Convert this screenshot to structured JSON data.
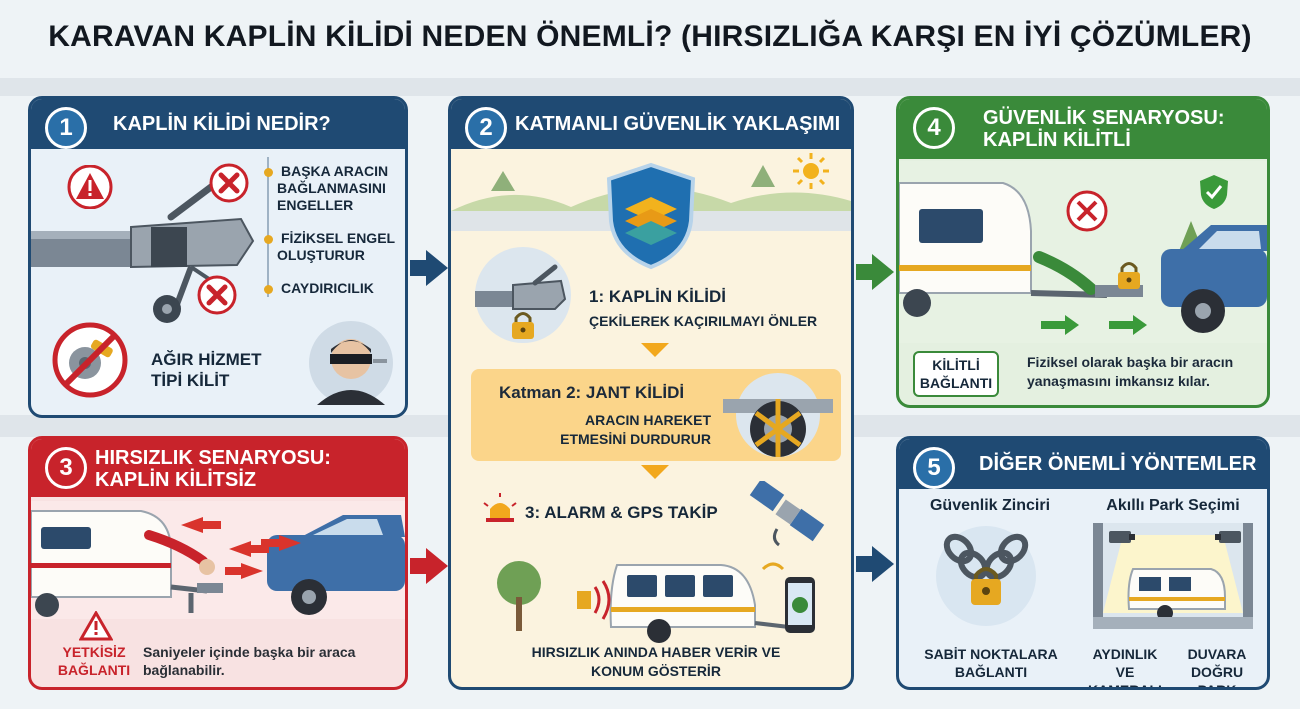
{
  "title": "KARAVAN KAPLİN KİLİDİ NEDEN ÖNEMLİ? (HIRSIZLIĞA KARŞI EN İYİ ÇÖZÜMLER)",
  "panel1": {
    "number": "1",
    "heading": "KAPLİN KİLİDİ NEDİR?",
    "bullets": [
      "BAŞKA ARACIN BAĞLANMASINI ENGELLER",
      "FİZİKSEL ENGEL OLUŞTURUR",
      "CAYDIRICILIK"
    ],
    "heavy_lock_label": "AĞIR HİZMET TİPİ KİLİT"
  },
  "panel2": {
    "number": "2",
    "heading": "KATMANLI GÜVENLİK YAKLAŞIMI",
    "layer1_label": "1: KAPLİN KİLİDİ",
    "layer1_desc": "ÇEKİLEREK KAÇIRILMAYI ÖNLER",
    "layer2_label": "Katman 2: JANT KİLİDİ",
    "layer2_desc": "ARACIN HAREKET ETMESİNİ DURDURUR",
    "layer3_label": "3: ALARM & GPS TAKİP",
    "layer3_desc": "HIRSIZLIK ANINDA HABER VERİR VE KONUM GÖSTERİR"
  },
  "panel3": {
    "number": "3",
    "heading": "HIRSIZLIK SENARYOSU: KAPLİN KİLİTSİZ",
    "badge": "YETKİSİZ BAĞLANTI",
    "desc": "Saniyeler içinde başka bir araca bağlanabilir."
  },
  "panel4": {
    "number": "4",
    "heading": "GÜVENLİK SENARYOSU: KAPLİN KİLİTLİ",
    "badge": "KİLİTLİ BAĞLANTI",
    "desc": "Fiziksel olarak başka bir aracın yanaşmasını imkansız kılar."
  },
  "panel5": {
    "number": "5",
    "heading": "DİĞER ÖNEMLİ YÖNTEMLER",
    "col1_title": "Güvenlik Zinciri",
    "col1_caption": "SABİT NOKTALARA BAĞLANTI",
    "col2_title": "Akıllı Park Seçimi",
    "col2_caption_a": "AYDINLIK VE KAMERALI",
    "col2_caption_b": "DUVARA DOĞRU PARK"
  },
  "colors": {
    "navy": "#1f4a73",
    "red": "#c8232b",
    "green": "#3a8a3a",
    "amber": "#f2a81d",
    "cream": "#fbf3df"
  },
  "icons": [
    "warning-icon",
    "x-mark-icon",
    "no-grinder-icon",
    "thief-icon",
    "shield-icon",
    "sun-icon",
    "padlock-icon",
    "alarm-light-icon",
    "satellite-icon",
    "phone-icon",
    "checkmark-shield-icon",
    "chain-lock-icon",
    "camera-icon"
  ]
}
